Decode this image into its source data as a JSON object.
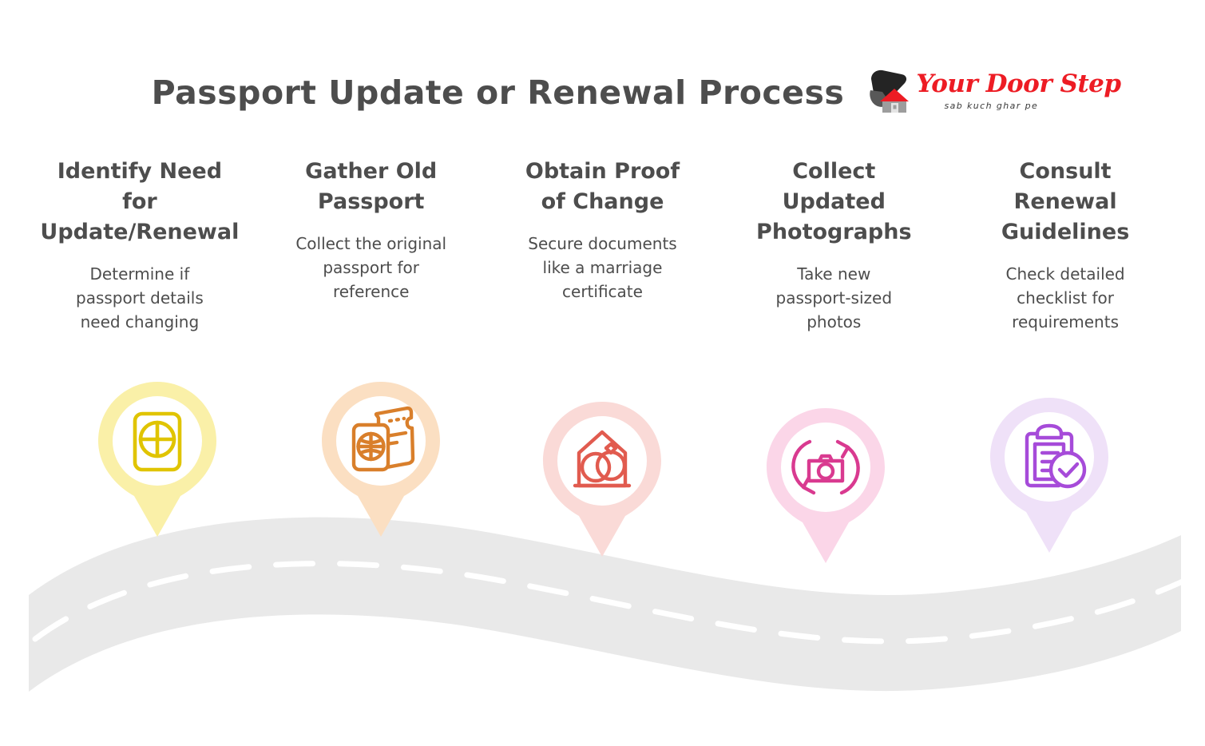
{
  "header": {
    "title": "Passport Update or Renewal Process",
    "logo": {
      "wordmark": "Your Door Step",
      "tagline": "sab kuch ghar pe",
      "brand_red": "#ED1C24",
      "mark_dark": "#2b2b2b",
      "mark_gray": "#9d9d9d"
    }
  },
  "theme": {
    "background": "#ffffff",
    "text_color": "#4d4d4d",
    "road_fill": "#e9e9e9",
    "road_dash": "#ffffff"
  },
  "steps": [
    {
      "title": "Identify Need\nfor\nUpdate/Renewal",
      "desc": "Determine if\npassport details\nneed changing",
      "icon": "passport-globe-icon",
      "pin_color": "#FAF0A8",
      "icon_color": "#E0C400"
    },
    {
      "title": "Gather Old\nPassport",
      "desc": "Collect the original\npassport for\nreference",
      "icon": "passport-ticket-icon",
      "pin_color": "#FBDFC2",
      "icon_color": "#D97F2B"
    },
    {
      "title": "Obtain Proof\nof Change",
      "desc": "Secure documents\nlike a marriage\ncertificate",
      "icon": "marriage-rings-house-icon",
      "pin_color": "#FADAD7",
      "icon_color": "#E15B4F"
    },
    {
      "title": "Collect\nUpdated\nPhotographs",
      "desc": "Take new\npassport-sized\nphotos",
      "icon": "camera-refresh-icon",
      "pin_color": "#FBD6E8",
      "icon_color": "#D93A90"
    },
    {
      "title": "Consult\nRenewal\nGuidelines",
      "desc": "Check detailed\nchecklist for\nrequirements",
      "icon": "clipboard-check-icon",
      "pin_color": "#EFE1F8",
      "icon_color": "#A64BD9"
    }
  ]
}
